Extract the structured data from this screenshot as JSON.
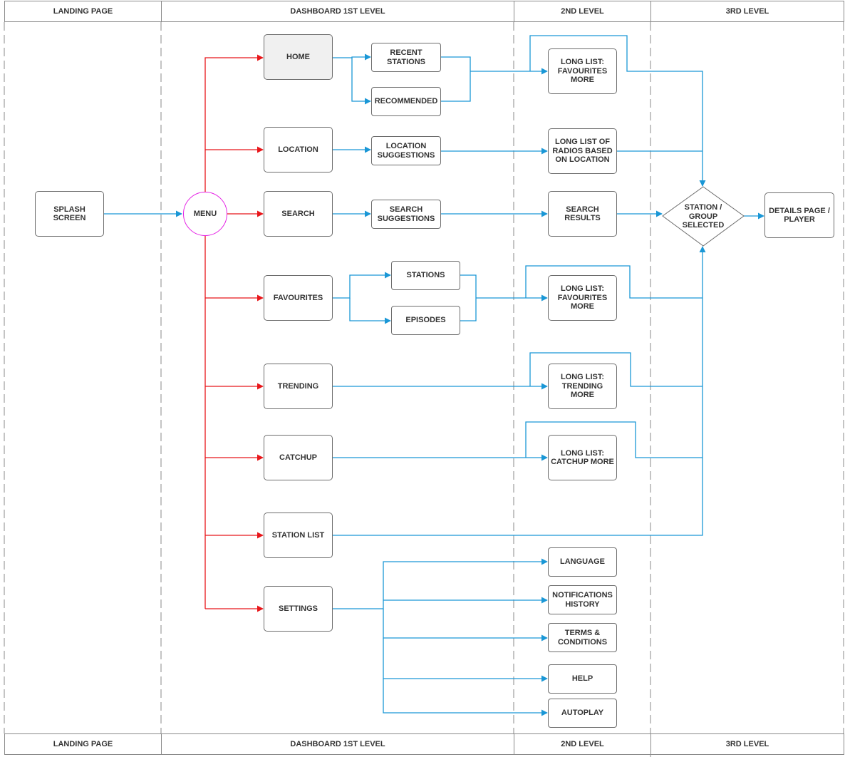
{
  "headers": {
    "landing": "LANDING PAGE",
    "dashboard": "DASHBOARD 1ST LEVEL",
    "level2": "2ND LEVEL",
    "level3": "3RD LEVEL"
  },
  "colors": {
    "menu_edge": "#e8161a",
    "flow_edge": "#1a97d6",
    "menu_circle": "#e522e5",
    "node_border": "#6d6d6d",
    "lane_divider": "#8a8a8a"
  },
  "landing": {
    "splash": "SPLASH SCREEN"
  },
  "menu": {
    "label": "MENU"
  },
  "level1": {
    "home": "HOME",
    "location": "LOCATION",
    "search": "SEARCH",
    "favourites": "FAVOURITES",
    "trending": "TRENDING",
    "catchup": "CATCHUP",
    "station_list": "STATION LIST",
    "settings": "SETTINGS"
  },
  "sub": {
    "recent_stations": "RECENT\nSTATIONS",
    "recommended": "RECOMMENDED",
    "location_suggestions": "LOCATION\nSUGGESTIONS",
    "search_suggestions": "SEARCH\nSUGGESTIONS",
    "stations": "STATIONS",
    "episodes": "EPISODES"
  },
  "level2": {
    "long_list_favourites_1": "LONG LIST:\nFAVOURITES\nMORE",
    "long_list_radios_location": "LONG LIST OF\nRADIOS BASED\nON LOCATION",
    "search_results": "SEARCH\nRESULTS",
    "long_list_favourites_2": "LONG LIST:\nFAVOURITES\nMORE",
    "long_list_trending": "LONG LIST:\nTRENDING MORE",
    "long_list_catchup": "LONG LIST:\nCATCHUP MORE",
    "language": "LANGUAGE",
    "notifications_history": "NOTIFICATIONS\nHISTORY",
    "terms_conditions": "TERMS &\nCONDITIONS",
    "help": "HELP",
    "autoplay": "AUTOPLAY"
  },
  "level3": {
    "station_group_selected": "STATION /\nGROUP\nSELECTED",
    "details_player": "DETAILS PAGE /\nPLAYER"
  }
}
